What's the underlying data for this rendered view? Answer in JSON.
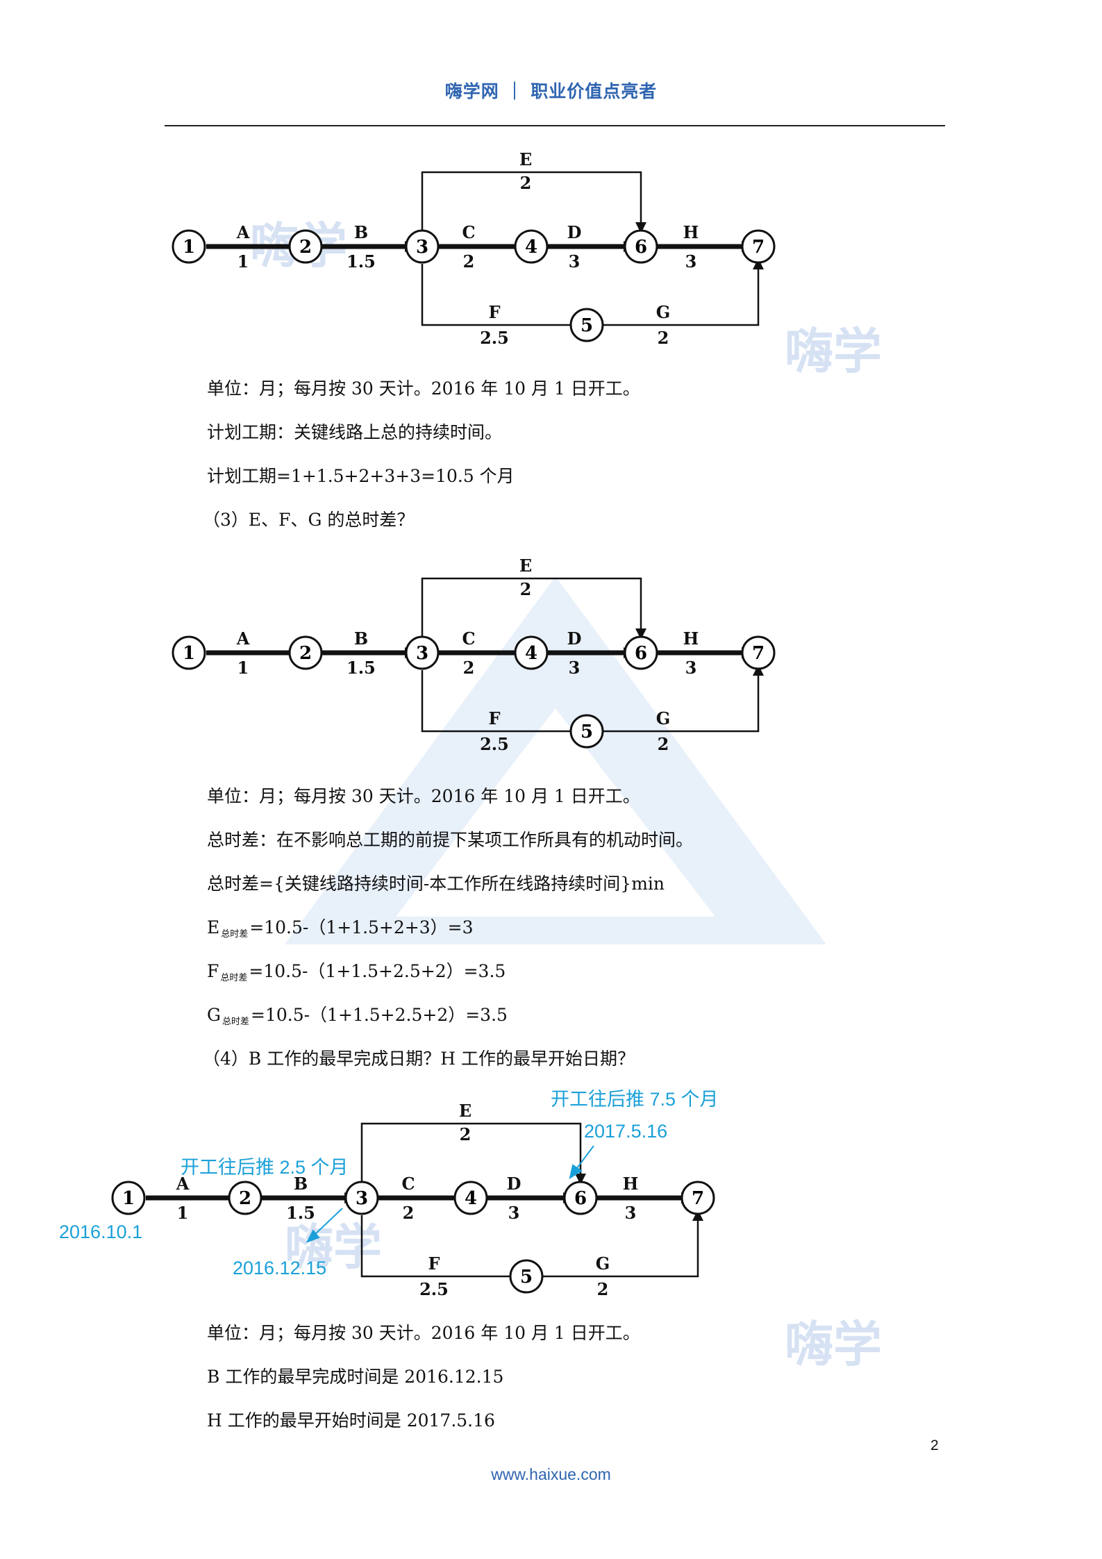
{
  "header": {
    "title": "嗨学网 ｜ 职业价值点亮者"
  },
  "watermark": {
    "text": "嗨学"
  },
  "network": {
    "nodes": [
      "1",
      "2",
      "3",
      "4",
      "5",
      "6",
      "7"
    ],
    "activities": [
      {
        "name": "A",
        "duration": "1"
      },
      {
        "name": "B",
        "duration": "1.5"
      },
      {
        "name": "C",
        "duration": "2"
      },
      {
        "name": "D",
        "duration": "3"
      },
      {
        "name": "E",
        "duration": "2"
      },
      {
        "name": "F",
        "duration": "2.5"
      },
      {
        "name": "G",
        "duration": "2"
      },
      {
        "name": "H",
        "duration": "3"
      }
    ]
  },
  "annotations": {
    "b_label": "开工往后推 2.5 个月",
    "h_label": "开工往后推 7.5 个月",
    "start_date": "2016.10.1",
    "b_finish": "2016.12.15",
    "h_start": "2017.5.16"
  },
  "paragraphs": {
    "unit1": "单位：月；每月按 30 天计。2016 年 10 月 1 日开工。",
    "plan_def": "计划工期：关键线路上总的持续时间。",
    "plan_calc": "计划工期=1+1.5+2+3+3=10.5 个月",
    "q3": "（3）E、F、G 的总时差？",
    "unit2": "单位：月；每月按 30 天计。2016 年 10 月 1 日开工。",
    "tf_def": "总时差：在不影响总工期的前提下某项工作所具有的机动时间。",
    "tf_formula": "总时差={关键线路持续时间-本工作所在线路持续时间}min",
    "e_name": "E",
    "e_expr": "=10.5-（1+1.5+2+3）=3",
    "f_name": "F",
    "f_expr": "=10.5-（1+1.5+2.5+2）=3.5",
    "g_name": "G",
    "g_expr": "=10.5-（1+1.5+2.5+2）=3.5",
    "tf_sub": "总时差",
    "q4": "（4）B 工作的最早完成日期？H 工作的最早开始日期？",
    "unit3": "单位：月；每月按 30 天计。2016 年 10 月 1 日开工。",
    "b_ans": "B 工作的最早完成时间是 2016.12.15",
    "h_ans": "H 工作的最早开始时间是 2017.5.16"
  },
  "page_number": "2",
  "footer": {
    "url": "www.haixue.com"
  }
}
